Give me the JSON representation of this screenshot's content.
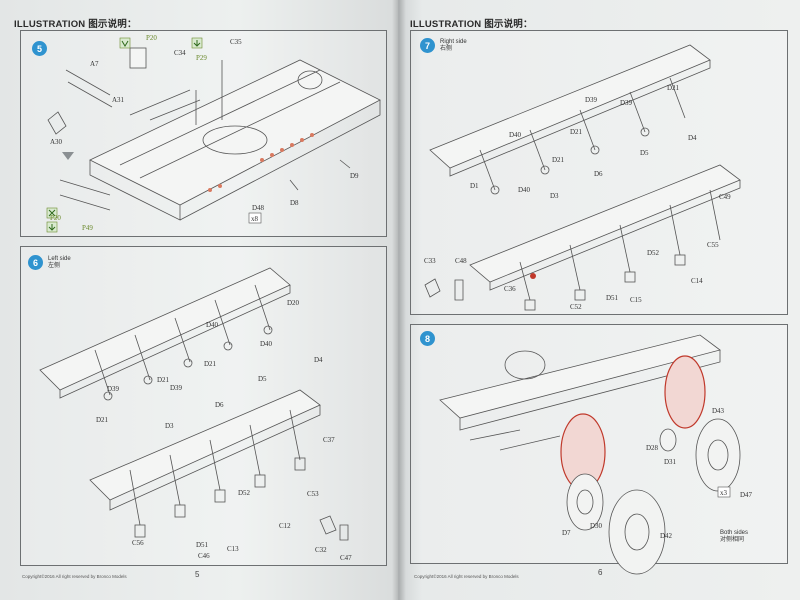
{
  "pages": {
    "left": {
      "header": "ILLUSTRATION 图示说明：",
      "page_number": "5",
      "footer": "Copyright©2016 All right reserved by Bronco Models",
      "steps": [
        {
          "number": "5",
          "labels": {
            "a7": "A7",
            "a31": "A31",
            "a30": "A30",
            "p20_top": "P20",
            "p29": "P29",
            "c34": "C34",
            "c35": "C35",
            "p20_bottom": "P20",
            "p49": "P49",
            "d48": "D48",
            "d48_qty": "x8",
            "d8": "D8",
            "d9": "D9"
          }
        },
        {
          "number": "6",
          "side_en": "Left side",
          "side_cn": "左侧",
          "labels": {
            "d20": "D20",
            "d40_a": "D40",
            "d40_b": "D40",
            "d4": "D4",
            "d21_a": "D21",
            "d21_b": "D21",
            "d39_a": "D39",
            "d39_b": "D39",
            "d5": "D5",
            "d6": "D6",
            "d3": "D3",
            "d21_c": "D21",
            "c37": "C37",
            "c53": "C53",
            "d52": "D52",
            "c12": "C12",
            "c56": "C56",
            "d51": "D51",
            "c46": "C46",
            "c13": "C13",
            "c32": "C32",
            "c47": "C47"
          }
        }
      ]
    },
    "right": {
      "header": "ILLUSTRATION 图示说明：",
      "page_number": "6",
      "footer": "Copyright©2016 All right reserved by Bronco Models",
      "steps": [
        {
          "number": "7",
          "side_en": "Right side",
          "side_cn": "右侧",
          "labels": {
            "d21_a": "D21",
            "d39_a": "D39",
            "d39_b": "D39",
            "d4": "D4",
            "d40_a": "D40",
            "d21_b": "D21",
            "d5": "D5",
            "d21_c": "D21",
            "d1": "D1",
            "d40_b": "D40",
            "d6": "D6",
            "d3": "D3",
            "c49": "C49",
            "c55": "C55",
            "c33": "C33",
            "c48": "C48",
            "d52": "D52",
            "c14": "C14",
            "c36": "C36",
            "d51": "D51",
            "c15": "C15",
            "c52": "C52"
          }
        },
        {
          "number": "8",
          "both_en": "Both sides",
          "both_cn": "对侧相同",
          "labels": {
            "d43": "D43",
            "d28": "D28",
            "d31": "D31",
            "d47": "D47",
            "qty": "x3",
            "d7": "D7",
            "d30": "D30",
            "d42": "D42"
          }
        }
      ]
    }
  },
  "colors": {
    "step_badge": "#2f93cf",
    "part_highlight": "#c0392b",
    "tag_green": "#6b8a2d"
  },
  "icons": [
    "glue-icon",
    "down-arrow-icon",
    "fold-arrow-icon"
  ]
}
